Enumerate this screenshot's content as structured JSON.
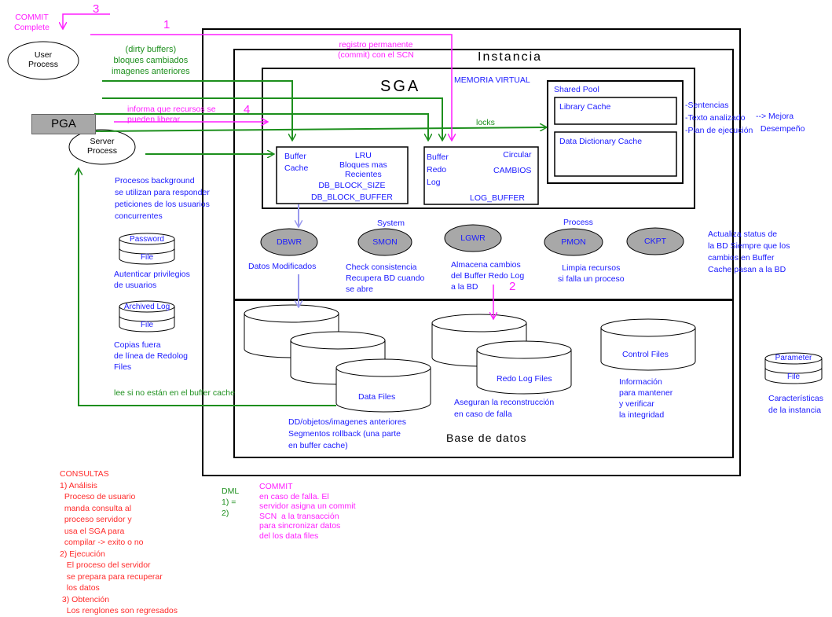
{
  "numbers": {
    "n1": "1",
    "n2": "2",
    "n3": "3",
    "n4": "4"
  },
  "user": {
    "commit": "COMMIT\nComplete",
    "process": "User\nProcess"
  },
  "pga": "PGA",
  "server_process": "Server\nProcess",
  "dirty": "(dirty buffers)\nbloques cambiados\nimagenes anteriores",
  "registro": "registro permanente\n(commit) con el SCN",
  "informa": "informa que recursos se\npueden liberar",
  "locks": "locks",
  "instancia": "Instancia",
  "memoria": "MEMORIA VIRTUAL",
  "sga": "SGA",
  "shared_pool": "Shared Pool",
  "library_cache": "Library Cache",
  "ddc": "Data Dictionary Cache",
  "sentencias": "-Sentencias\n-Texto analizado\n-Plan de ejecución",
  "mejora": "--> Mejora\n  Desempeño",
  "buffer_cache": {
    "name": "Buffer\nCache",
    "lru": "LRU\nBloques mas\nRecientes",
    "params": "DB_BLOCK_SIZE\nDB_BLOCK_BUFFER"
  },
  "redo": {
    "name": "Buffer\nRedo\nLog",
    "circ": "Circular\n\nCAMBIOS",
    "param": "LOG_BUFFER"
  },
  "procesos_bg": "Procesos background\nse utilizan para responder\npeticiones de los usuarios\nconcurrentes",
  "system": "System",
  "process_lbl": "Process",
  "bg": {
    "dbwr": "DBWR",
    "smon": "SMON",
    "lgwr": "LGWR",
    "pmon": "PMON",
    "ckpt": "CKPT"
  },
  "dbwr_desc": "Datos Modificados",
  "smon_desc": "Check consistencia\nRecupera BD cuando\nse abre",
  "lgwr_desc": "Almacena cambios\ndel Buffer Redo Log\na la BD",
  "pmon_desc": "Limpia recursos\nsi falla un proceso",
  "ckpt_desc": "Actualiza status de\nla BD Siempre que los\ncambios en Buffer\nCache pasan a la BD",
  "password": {
    "top": "Password",
    "bot": "File"
  },
  "autenticar": "Autenticar privilegios\nde usuarios",
  "archived": {
    "top": "Archived Log",
    "bot": "File"
  },
  "copias": "Copias fuera\nde línea de Redolog\nFiles",
  "parameter": {
    "top": "Parameter",
    "bot": "File"
  },
  "caracteristicas": "Características\nde la instancia",
  "data_files": "Data Files",
  "redo_files": "Redo Log Files",
  "control_files": "Control Files",
  "dd_desc": "DD/objetos/imagenes anteriores\nSegmentos rollback (una parte\nen buffer cache)",
  "redo_desc": "Aseguran la reconstrucción\nen caso de falla",
  "control_desc": "Información\npara mantener\ny verificar\nla integridad",
  "base": "Base de datos",
  "lee": "lee si no están en el buffer cache",
  "consultas": "CONSULTAS\n1) Análisis\n  Proceso de usuario\n  manda consulta al\n  proceso servidor y\n  usa el SGA para\n  compilar -> exito o no\n2) Ejecución\n   El proceso del servidor\n   se prepara para recuperar\n   los datos\n 3) Obtención\n   Los renglones son regresados",
  "dml": "DML\n1) =\n2)",
  "commit_note": "COMMIT\nen caso de falla. El\nservidor asigna un commit\nSCN  a la transacción\npara sincronizar datos\ndel los data files",
  "colors": {
    "green": "#1d8f1d",
    "magenta": "#ff1fff",
    "blue": "#1a1aff",
    "red": "#ff2a2a",
    "periwinkle": "#9999ee",
    "grey": "#a8a8a8"
  }
}
